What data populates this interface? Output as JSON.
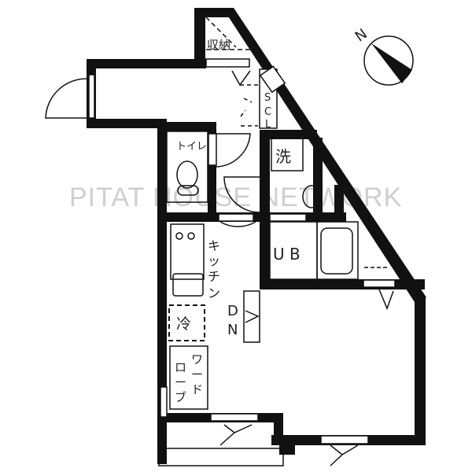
{
  "watermark": "PITAT HOUSE NETWORK",
  "compass": {
    "label": "N"
  },
  "rooms": {
    "storage": "収納",
    "shoe_closet": [
      "S",
      "C",
      "L"
    ],
    "toilet": "トイレ",
    "washer": "洗",
    "unit_bath": "U B",
    "kitchen": [
      "キ",
      "ッ",
      "チ",
      "ン"
    ],
    "fridge": "冷",
    "stairs_down": [
      "D",
      "N"
    ],
    "wardrobe": [
      "ワ",
      "ー",
      "ド",
      "ロ",
      "ー",
      "ブ"
    ]
  },
  "colors": {
    "wall": "#111111",
    "watermark": "#cfcfcf"
  }
}
